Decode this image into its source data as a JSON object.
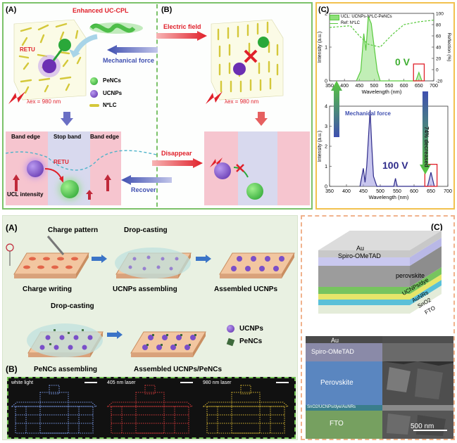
{
  "fig1": {
    "panel_a_label": "(A)",
    "panel_b_label": "(B)",
    "enhanced_title": "Enhanced UC-CPL",
    "electric_field": "Electric field",
    "mechanical_force": "Mechanical force",
    "retu": "RETU",
    "excitation_a": "λex = 980 nm",
    "excitation_b": "λex = 980 nm",
    "legend": [
      "PeNCs",
      "UCNPs",
      "N*LC"
    ],
    "band_edge_left": "Band edge",
    "stop_band": "Stop band",
    "band_edge_right": "Band edge",
    "retu_lower": "RETU",
    "ucl_intensity": "UCL intensity",
    "disappear": "Disappear",
    "recover": "Recover"
  },
  "figC": {
    "label": "(C)",
    "legend_ucl": "UCL: UCNPs-N*LC-PeNCs",
    "legend_ref": "Ref: N*LC",
    "top_voltage": "0 V",
    "bottom_voltage": "100 V",
    "y_label": "Intensity (a.u.)",
    "y2_label": "Reflection (%)",
    "x_label": "Wavelength (nm)",
    "mechanical_force": "Mechanical force",
    "decreased": "74% decreased"
  },
  "chart_data": [
    {
      "type": "line",
      "title": "0 V",
      "xlabel": "Wavelength (nm)",
      "ylabel": "Intensity (a.u.)",
      "xlim": [
        350,
        700
      ],
      "ylim": [
        0,
        2
      ],
      "x_ticks": [
        350,
        400,
        450,
        500,
        550,
        600,
        650,
        700
      ],
      "y_ticks": [
        0,
        1,
        2
      ],
      "y2_ticks": [
        100,
        80,
        60,
        40,
        20,
        0,
        -20
      ],
      "series": [
        {
          "name": "UCL: UCNPs-N*LC-PeNCs",
          "x": [
            440,
            455,
            465,
            472,
            480,
            490,
            500,
            510,
            520,
            640,
            650,
            660
          ],
          "y": [
            0,
            0.3,
            1.4,
            0.9,
            1.9,
            1.7,
            1.0,
            0.3,
            0,
            0,
            0.25,
            0
          ]
        },
        {
          "name": "Ref: N*LC",
          "x": [
            350,
            420,
            450,
            480,
            520,
            560,
            600,
            650,
            700
          ],
          "y2": [
            75,
            78,
            60,
            45,
            40,
            62,
            80,
            85,
            88
          ]
        }
      ]
    },
    {
      "type": "line",
      "title": "100 V",
      "xlabel": "Wavelength (nm)",
      "ylabel": "Intensity (a.u.)",
      "xlim": [
        350,
        700
      ],
      "ylim": [
        0,
        4
      ],
      "x_ticks": [
        350,
        400,
        450,
        500,
        550,
        600,
        650,
        700
      ],
      "y_ticks": [
        0,
        1,
        2,
        3,
        4
      ],
      "series": [
        {
          "x": [
            440,
            450,
            455,
            460,
            470,
            475,
            480,
            490,
            540,
            545,
            550,
            640,
            650,
            660
          ],
          "y": [
            0,
            0.9,
            0.2,
            1.0,
            3.8,
            2.0,
            0.5,
            0,
            0,
            0.4,
            0,
            0,
            0.7,
            0
          ]
        }
      ]
    }
  ],
  "fig2": {
    "label_a": "(A)",
    "charge_pattern": "Charge pattern",
    "drop_casting_1": "Drop-casting",
    "charge_writing": "Charge writing",
    "ucnps_assembling": "UCNPs assembling",
    "assembled_ucnps": "Assembled UCNPs",
    "drop_casting_2": "Drop-casting",
    "pencs_assembling": "PeNCs assembling",
    "assembled_both": "Assembled UCNPs/PeNCs",
    "legend_ucnps": "UCNPs",
    "legend_pencs": "PeNCs",
    "label_b": "(B)",
    "white_light": "white light",
    "laser_405": "405 nm laser",
    "laser_980": "980 nm laser"
  },
  "fig3": {
    "label": "(C)",
    "layers": [
      "Au",
      "Spiro-OMeTAD",
      "perovskite",
      "UCNPs/dye",
      "AuNRs",
      "SnO2",
      "FTO"
    ],
    "sem_labels": [
      "Au",
      "Spiro-OMeTAD",
      "Perovskite",
      "SnO2/UCNPs/dye/AuNRs",
      "FTO"
    ],
    "scale": "500 nm"
  },
  "colors": {
    "green_frame": "#7cc26a",
    "orange_frame": "#f2c14e",
    "red_arrow": "#e0202a",
    "blue_arrow": "#3f4fb0",
    "green_curve": "#59c93e",
    "blue_curve": "#3a36a8"
  }
}
